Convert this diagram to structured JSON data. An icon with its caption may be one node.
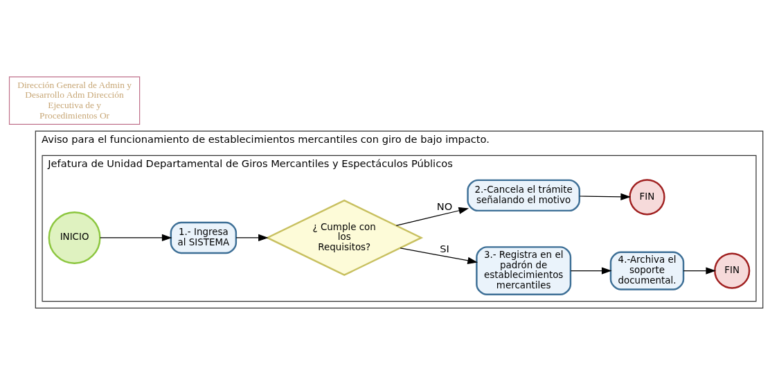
{
  "diagram": {
    "nodes": [
      {
        "text": [
          "Aviso para el funcionamiento de establecimientos mercantiles con giro de bajo impacto."
        ]
      },
      {
        "text": [
          "Jefatura de Unidad Departamental de Giros Mercantiles y Espectáculos Públicos"
        ],
        "in": 0
      },
      {
        "text": [
          "INICIO"
        ],
        "in": 1
      },
      {
        "text": [
          "1.- Ingresa al SISTEMA"
        ],
        "in": 1
      },
      {
        "text": [
          "¿ Cumple con los Requisitos?"
        ],
        "in": 1
      },
      {
        "text": [
          "3.- Registra en el padrón de establecimientos mercantiles"
        ],
        "in": 1
      },
      {
        "text": [
          "4.-Archiva el soporte documental."
        ],
        "in": 1
      },
      {
        "text": [
          "FIN"
        ],
        "in": 1
      },
      {
        "text": [
          "2.-Cancela el trámite señalando el motivo"
        ],
        "in": 1
      },
      {
        "text": [
          "FIN"
        ],
        "in": 1
      },
      {
        "text": [
          "Dirección General de Admin y Desarrollo Adm Dirección Ejecutiva de y Procedimientos Or"
        ]
      }
    ],
    "edges": [
      {
        "from": 2,
        "to": 3,
        "arrow": "to"
      },
      {
        "from": 3,
        "to": 4,
        "arrow": "to"
      },
      {
        "from": 4,
        "to": 5,
        "arrow": "to",
        "label": "SI"
      },
      {
        "from": 5,
        "to": 6,
        "arrow": "to"
      },
      {
        "from": 6,
        "to": 7,
        "arrow": "to"
      },
      {
        "from": 4,
        "to": 8,
        "arrow": "to",
        "label": "NO"
      },
      {
        "from": 8,
        "to": 9,
        "arrow": "to"
      }
    ]
  }
}
